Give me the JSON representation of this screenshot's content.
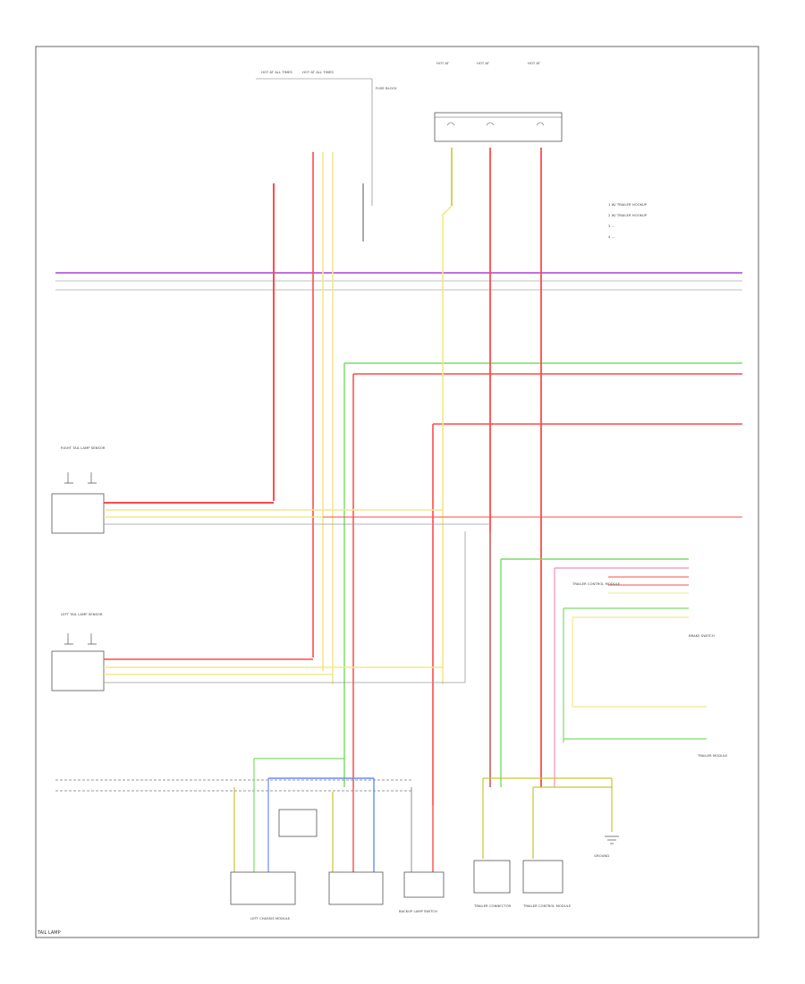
{
  "labels": {
    "hot_at_all_times_1": "HOT AT ALL TIMES",
    "hot_at_all_times_2": "HOT AT ALL TIMES",
    "hot_at_1": "HOT AT",
    "hot_at_2": "HOT AT",
    "hot_at_3": "HOT AT",
    "fuse_block": "FUSE BLOCK",
    "legend_1": "1  W/ TRAILER HOOKUP",
    "legend_2": "2  W/ TRAILER HOOKUP",
    "legend_3": "3  ...",
    "legend_4": "4  ...",
    "left_sensor": "LEFT TAIL LAMP SENSOR",
    "right_sensor": "RIGHT TAIL LAMP SENSOR",
    "bottom_module": "LEFT CHASSIS MODULE",
    "bottom_center": "BACKUP LAMP SWITCH",
    "bottom_r1": "TRAILER CONNECTOR",
    "bottom_r2": "TRAILER MODULE",
    "ground_label": "GROUND",
    "brake_label": "BRAKE SWITCH",
    "right_module": "TRAILER CONTROL MODULE",
    "footer": "TAIL LAMP"
  },
  "colors": {
    "violet": "#c070e0",
    "red": "#ff4a4a",
    "yellow": "#f2e88a",
    "green": "#7ddc6a",
    "blue": "#6a8cf0",
    "orange": "#f0a060",
    "grey": "#9a9a9a",
    "pink": "#f0a0c8"
  }
}
